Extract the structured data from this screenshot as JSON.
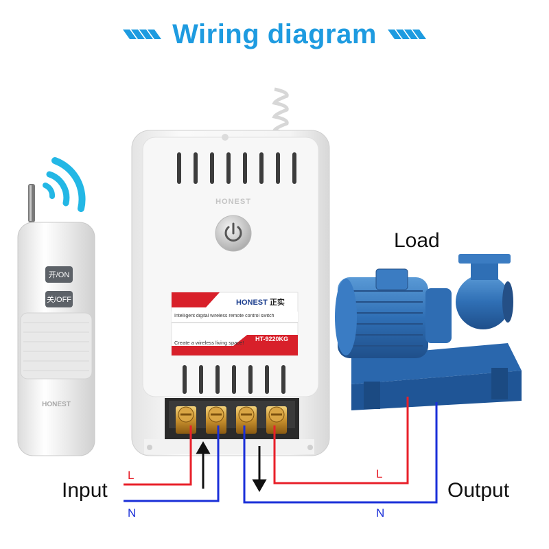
{
  "title": "Wiring diagram",
  "labels": {
    "load": "Load",
    "input": "Input",
    "output": "Output",
    "input_live": "L",
    "input_neutral": "N",
    "output_live": "L",
    "output_neutral": "N"
  },
  "remote": {
    "on_button": "开/ON",
    "off_button": "关/OFF",
    "brand": "HONEST"
  },
  "receiver": {
    "brand_embossed": "HONEST",
    "label_brand": "HONEST",
    "label_brand_cn": "正实",
    "product_line": "Intelligent digital wireless remote control switch",
    "slogan": "Create a wireless living space!",
    "model": "HT-9220KG"
  },
  "colors": {
    "title_blue": "#1e9be0",
    "live_wire": "#e8202a",
    "neutral_wire": "#1a2fd8",
    "signal": "#23b7e5",
    "pump_blue": "#2f6fb5"
  }
}
